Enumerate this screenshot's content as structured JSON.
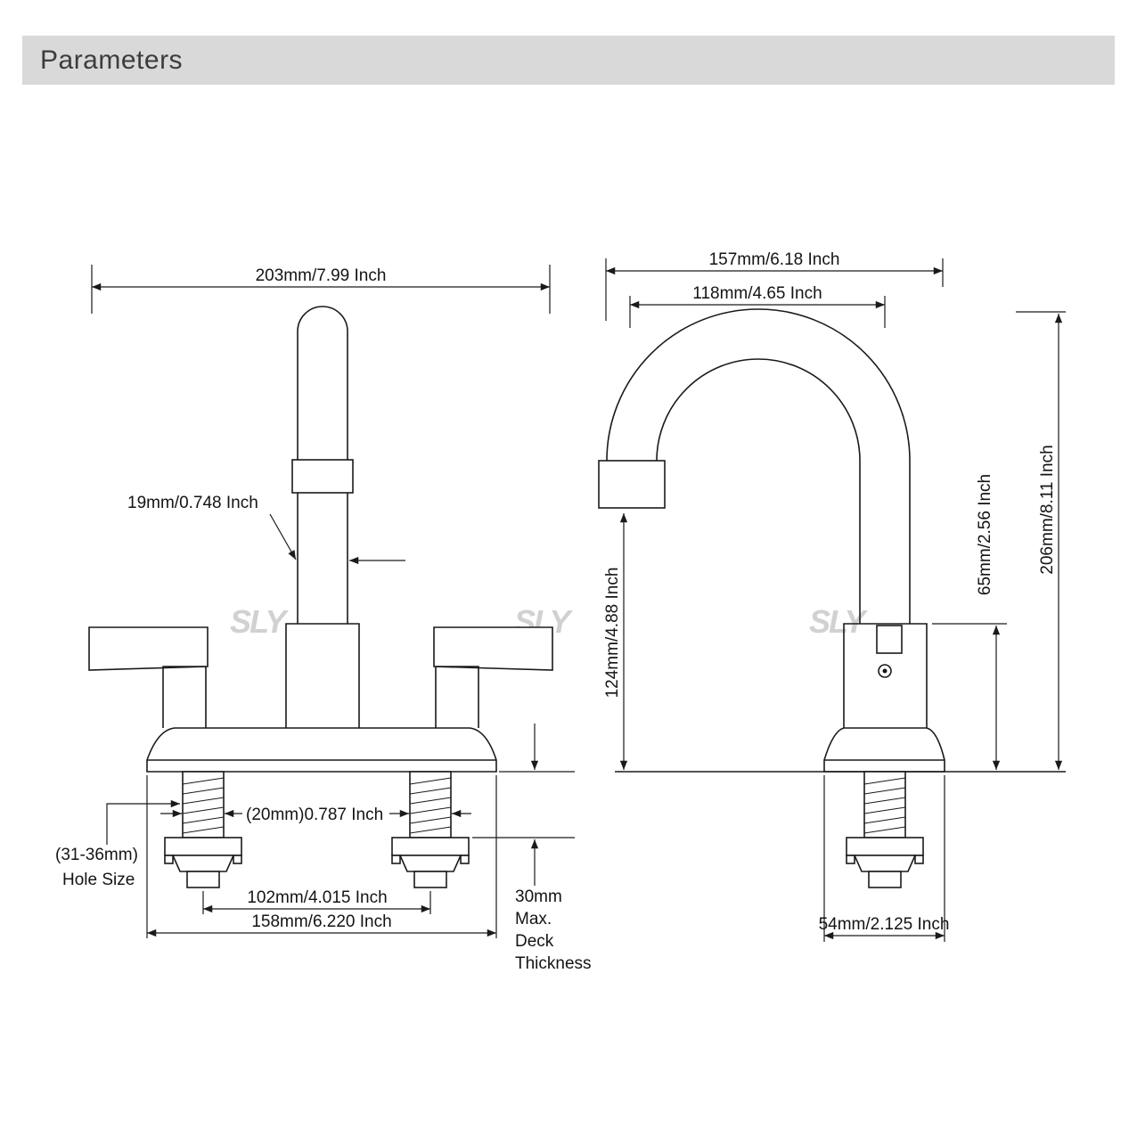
{
  "header": {
    "title": "Parameters"
  },
  "watermark": {
    "text": "SLY"
  },
  "front_view": {
    "overall_width": "203mm/7.99 Inch",
    "spout_diameter": "19mm/0.748 Inch",
    "shank_diameter": "(20mm)0.787 Inch",
    "hole_size_line1": "(31-36mm)",
    "hole_size_line2": "Hole Size",
    "handle_centers": "102mm/4.015 Inch",
    "base_width": "158mm/6.220 Inch",
    "deck_thickness_line1": "30mm",
    "deck_thickness_line2": "Max.",
    "deck_thickness_line3": "Deck",
    "deck_thickness_line4": "Thickness"
  },
  "side_view": {
    "overall_reach": "157mm/6.18 Inch",
    "spout_reach": "118mm/4.65 Inch",
    "spout_height": "124mm/4.88 Inch",
    "body_height": "65mm/2.56 Inch",
    "overall_height": "206mm/8.11 Inch",
    "base_depth": "54mm/2.125 Inch"
  }
}
